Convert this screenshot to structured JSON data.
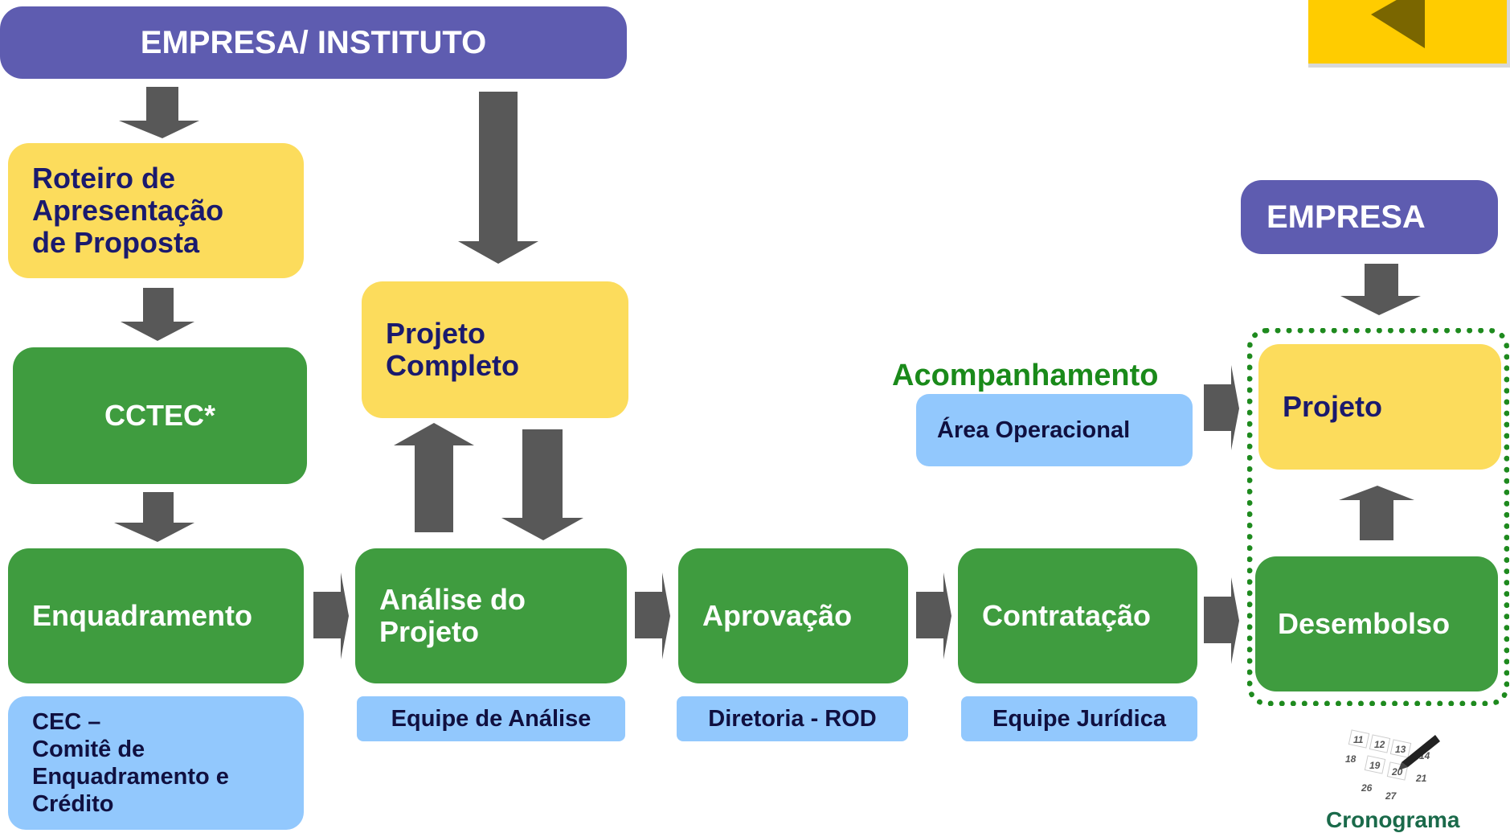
{
  "header": {
    "title": "EMPRESA/ INSTITUTO"
  },
  "empresa": {
    "label": "EMPRESA"
  },
  "roteiro": {
    "lines": [
      "Roteiro de",
      "Apresentação",
      "de Proposta"
    ]
  },
  "cctec": {
    "label": "CCTEC*"
  },
  "projeto_completo": {
    "lines": [
      "Projeto",
      "Completo"
    ]
  },
  "acompanhamento": {
    "label": "Acompanhamento"
  },
  "area_operacional": {
    "label": "Área Operacional"
  },
  "projeto": {
    "label": "Projeto"
  },
  "steps": [
    {
      "label": "Enquadramento"
    },
    {
      "lines": [
        "Análise do",
        "Projeto"
      ]
    },
    {
      "label": "Aprovação"
    },
    {
      "label": "Contratação"
    },
    {
      "label": "Desembolso"
    }
  ],
  "cec": {
    "lines": [
      "CEC –",
      "Comitê de",
      "Enquadramento e",
      "Crédito"
    ]
  },
  "sublabels": {
    "equipe_analise": "Equipe de Análise",
    "diretoria": "Diretoria - ROD",
    "equipe_juridica": "Equipe Jurídica"
  },
  "calendar": {
    "label": "Cronograma",
    "numbers": [
      "11",
      "12",
      "13",
      "14",
      "18",
      "19",
      "20",
      "21",
      "26",
      "27"
    ]
  },
  "colors": {
    "purple": "#5e5cb0",
    "yellow": "#fcdc5c",
    "green": "#3f9c3f",
    "blue": "#92c8fd",
    "arrow": "#585858",
    "dashed": "#1e8a1e"
  }
}
